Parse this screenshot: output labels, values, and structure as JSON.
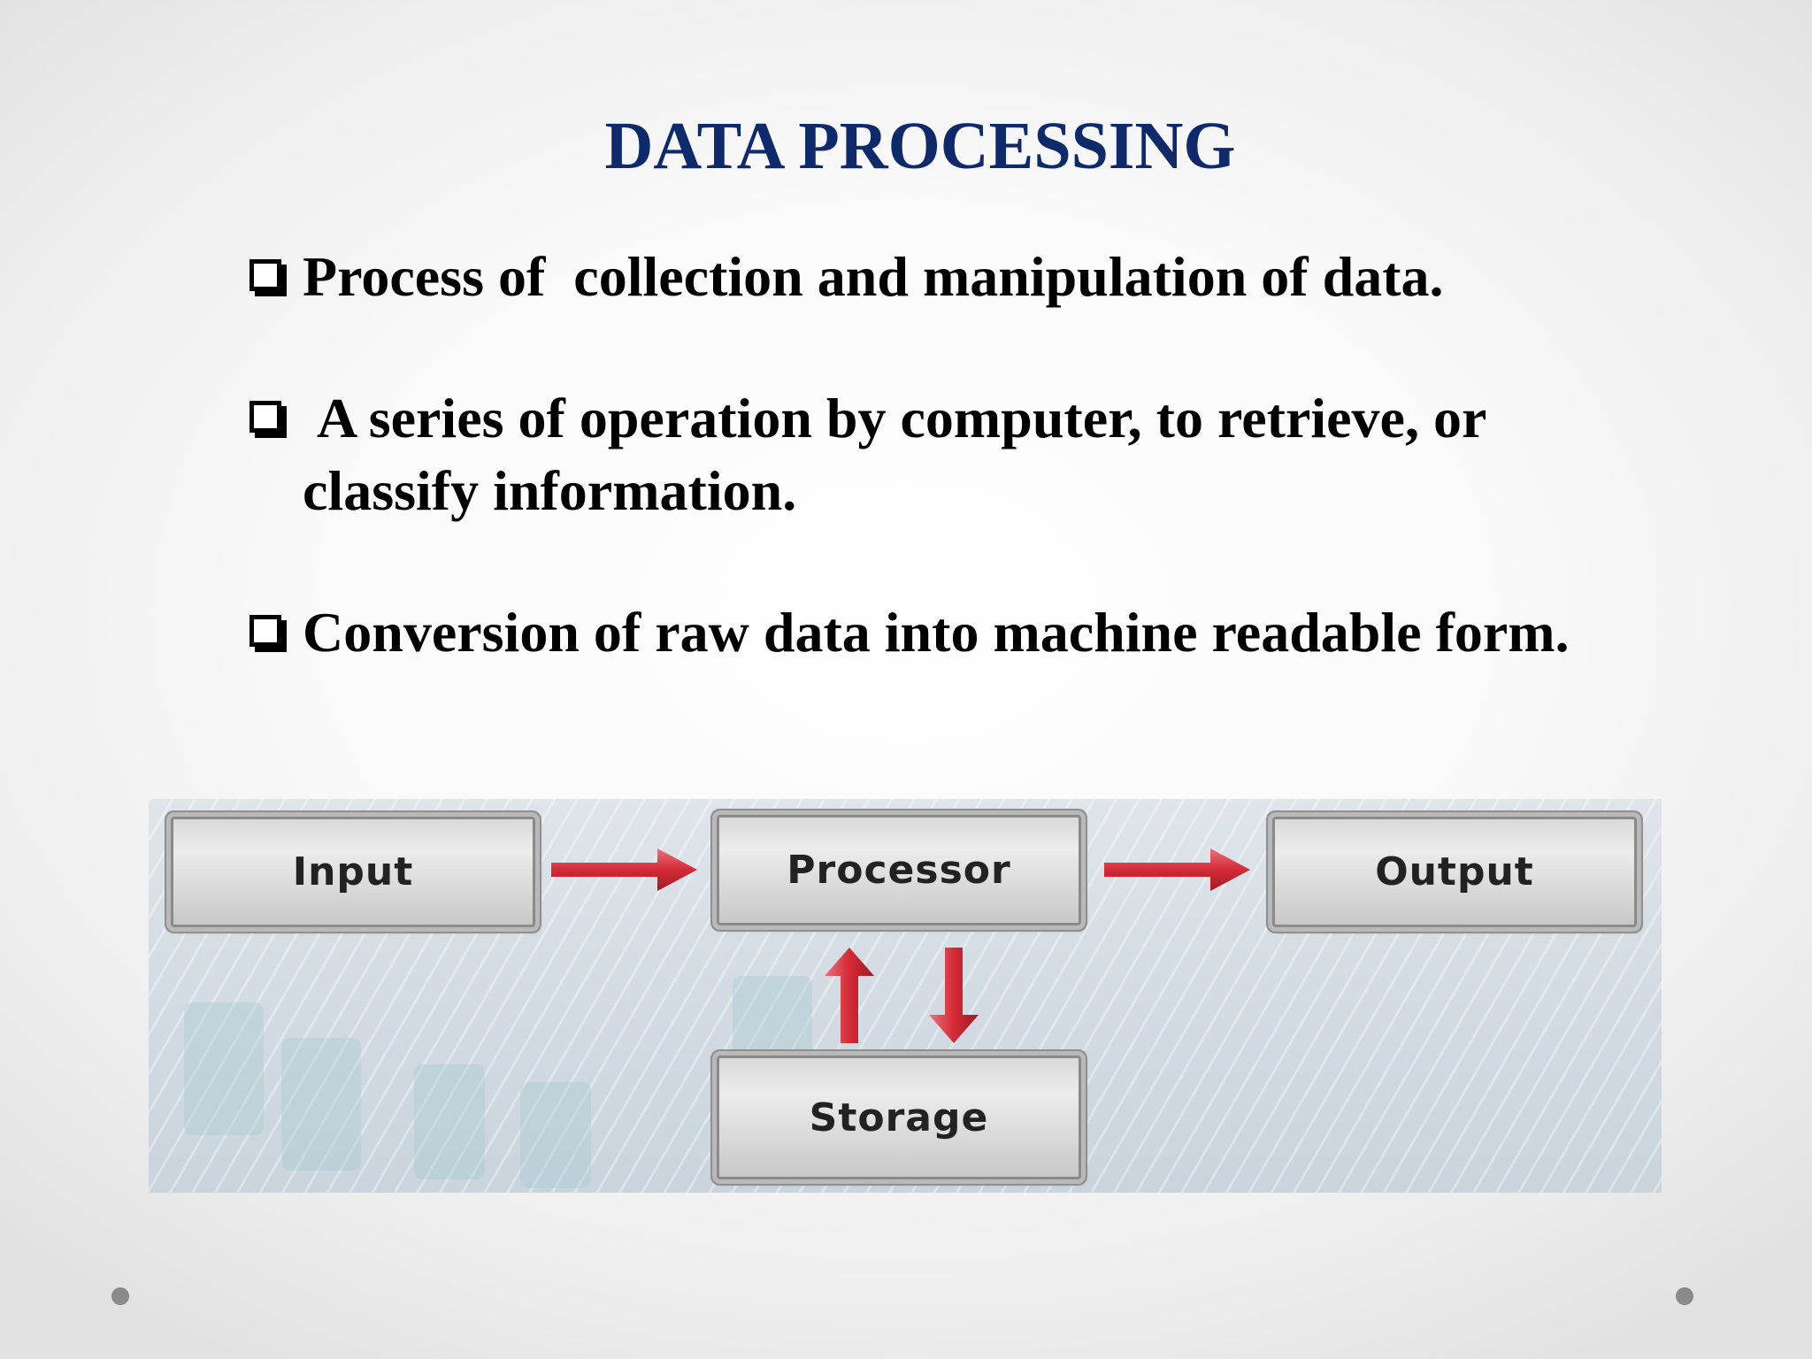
{
  "slide": {
    "title": "DATA PROCESSING",
    "bullets": [
      "Process of  collection and manipulation of data.",
      " A series of operation by computer, to retrieve, or classify information.",
      "Conversion of raw data into machine readable form."
    ]
  },
  "diagram": {
    "nodes": {
      "input": "Input",
      "processor": "Processor",
      "output": "Output",
      "storage": "Storage"
    },
    "arrow_color": "#d42a36"
  },
  "colors": {
    "title": "#0f2a6b",
    "text": "#000000",
    "bullet_marker": "checkbox-square"
  }
}
